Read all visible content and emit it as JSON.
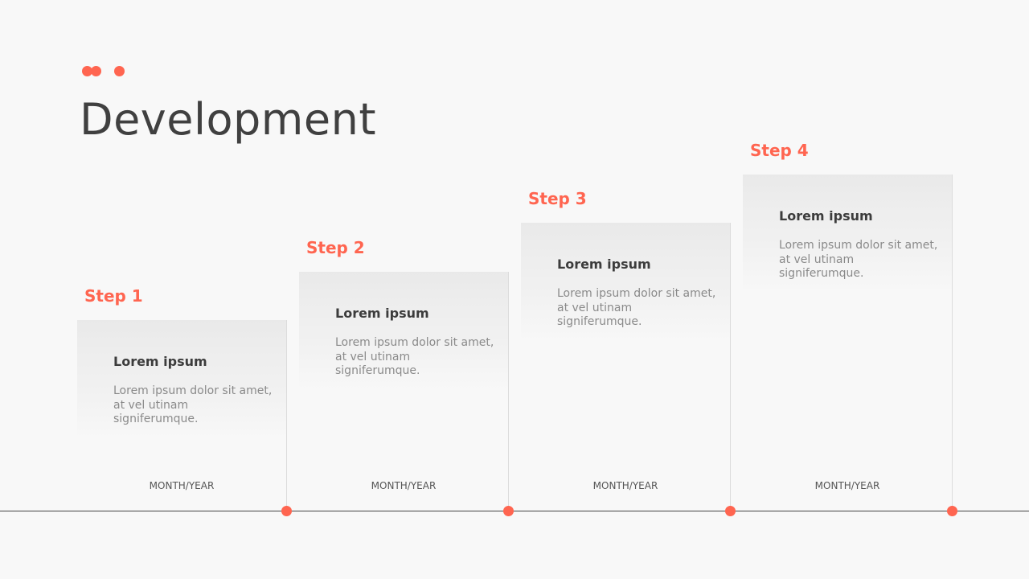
{
  "header": {
    "title": "Development"
  },
  "colors": {
    "accent": "#ff6550",
    "title": "#404040",
    "background": "#f8f8f8",
    "timeline": "#444444"
  },
  "steps": [
    {
      "label": "Step 1",
      "title": "Lorem ipsum",
      "body": "Lorem ipsum dolor sit amet, at vel utinam signiferumque.",
      "date": "MONTH/YEAR"
    },
    {
      "label": "Step 2",
      "title": "Lorem ipsum",
      "body": "Lorem ipsum dolor sit amet, at vel utinam signiferumque.",
      "date": "MONTH/YEAR"
    },
    {
      "label": "Step 3",
      "title": "Lorem ipsum",
      "body": "Lorem ipsum dolor sit amet, at vel utinam signiferumque.",
      "date": "MONTH/YEAR"
    },
    {
      "label": "Step 4",
      "title": "Lorem ipsum",
      "body": "Lorem ipsum dolor sit amet, at vel utinam signiferumque.",
      "date": "MONTH/YEAR"
    }
  ]
}
